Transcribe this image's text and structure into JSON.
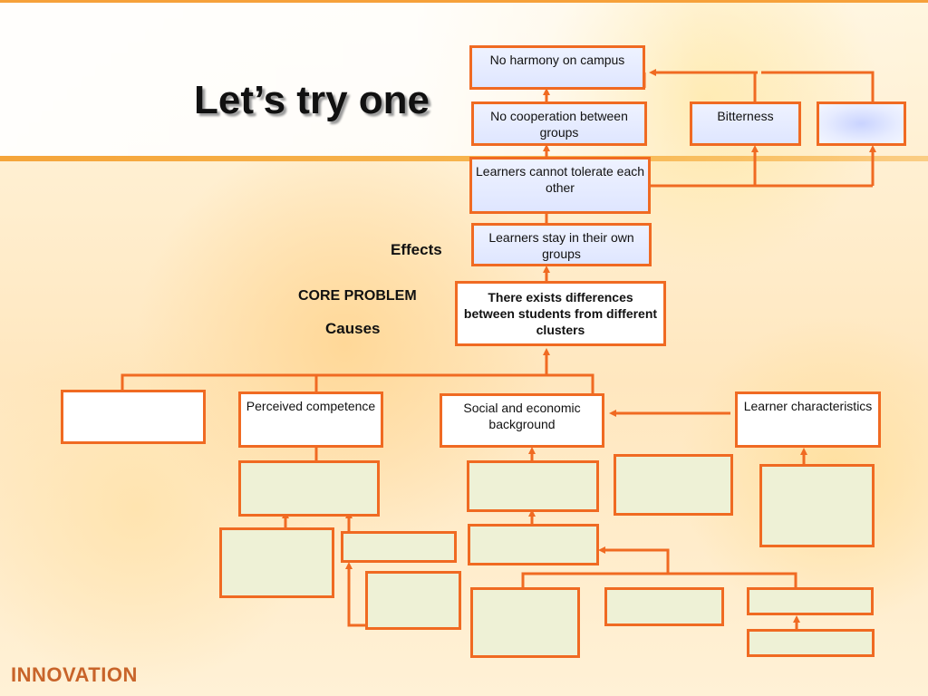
{
  "title": "Let’s try one",
  "labels": {
    "effects": "Effects",
    "core_problem": "CORE PROBLEM",
    "causes": "Causes"
  },
  "effects": {
    "no_harmony": "No harmony on campus",
    "no_cooperation": "No cooperation between groups",
    "cannot_tolerate": "Learners cannot tolerate each other",
    "stay_in_groups": "Learners stay in their own groups",
    "bitterness": "Bitterness",
    "blank_effect": ""
  },
  "core_problem": "There exists differences between students   from different clusters",
  "causes": {
    "blank_cause": "",
    "perceived_competence": "Perceived competence",
    "social_economic": "Social and economic background",
    "learner_characteristics": "Learner characteristics"
  },
  "brand": "INNOVATION",
  "colors": {
    "connector": "#f06a22",
    "effect_fill": "#e3e9ff",
    "sub_cause_fill": "#eef1d6",
    "brand": "#c8642a"
  }
}
